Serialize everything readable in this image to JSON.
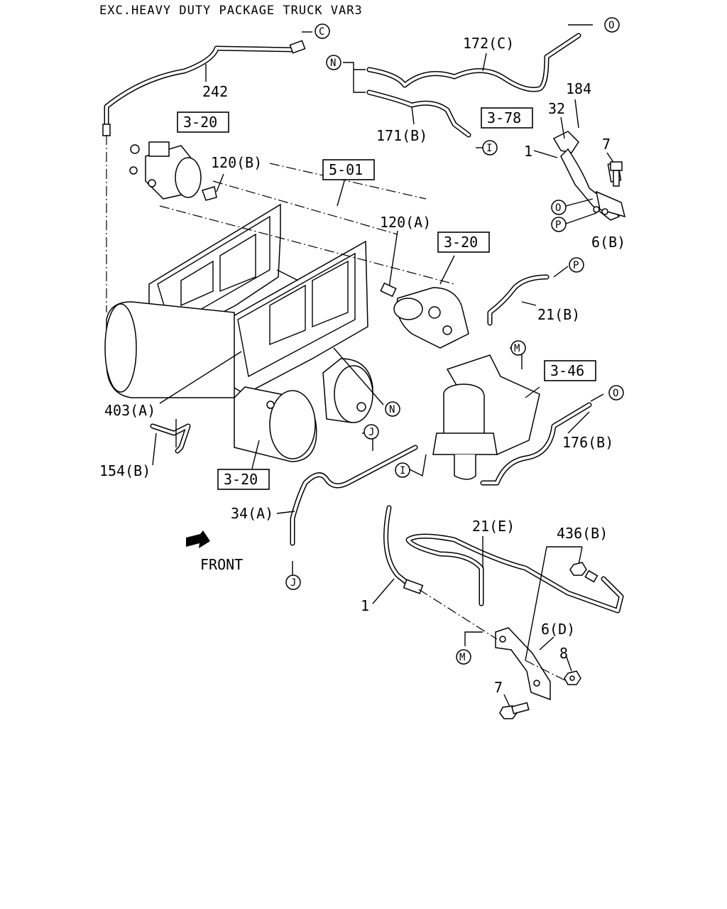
{
  "header": {
    "title": "EXC.HEAVY DUTY PACKAGE TRUCK VAR3"
  },
  "callouts": {
    "c242": "242",
    "c172c": "172(C)",
    "c184": "184",
    "c32": "32",
    "c171b": "171(B)",
    "c1_top": "1",
    "c7_top": "7",
    "c120b": "120(B)",
    "c120a": "120(A)",
    "c6b": "6(B)",
    "c21b": "21(B)",
    "c403a": "403(A)",
    "c154b": "154(B)",
    "c176b": "176(B)",
    "c34a": "34(A)",
    "c21e": "21(E)",
    "c436b": "436(B)",
    "c1_bot": "1",
    "c6d": "6(D)",
    "c8": "8",
    "c7_bot": "7",
    "front": "FRONT"
  },
  "ref_boxes": {
    "r320_top": "3-20",
    "r501": "5-01",
    "r378": "3-78",
    "r320_mid": "3-20",
    "r346": "3-46",
    "r320_bot": "3-20"
  },
  "connectors": {
    "C": "C",
    "O_top": "O",
    "N_top": "N",
    "I_top": "I",
    "O_mid": "O",
    "P_top": "P",
    "P_mid": "P",
    "M_mid": "M",
    "N_mid": "N",
    "J_mid": "J",
    "O_right": "O",
    "I_mid": "I",
    "J_bot": "J",
    "M_bot": "M"
  },
  "icons": {
    "front_arrow": "front-arrow-icon"
  }
}
